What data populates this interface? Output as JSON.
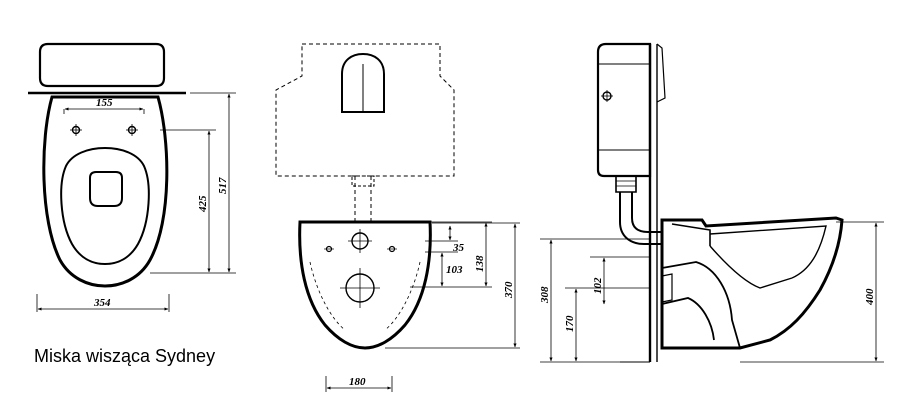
{
  "title": "Miska wisząca Sydney",
  "dimensions": {
    "top_holes_spacing": "155",
    "top_depth_inner": "425",
    "top_depth_total": "517",
    "top_width": "354",
    "front_hole_top": "35",
    "front_hole_bottom": "103",
    "front_hole_span": "138",
    "front_height": "370",
    "front_bottom_width": "180",
    "side_height_308": "308",
    "side_height_170": "170",
    "side_height_102": "102",
    "side_height_400": "400"
  }
}
